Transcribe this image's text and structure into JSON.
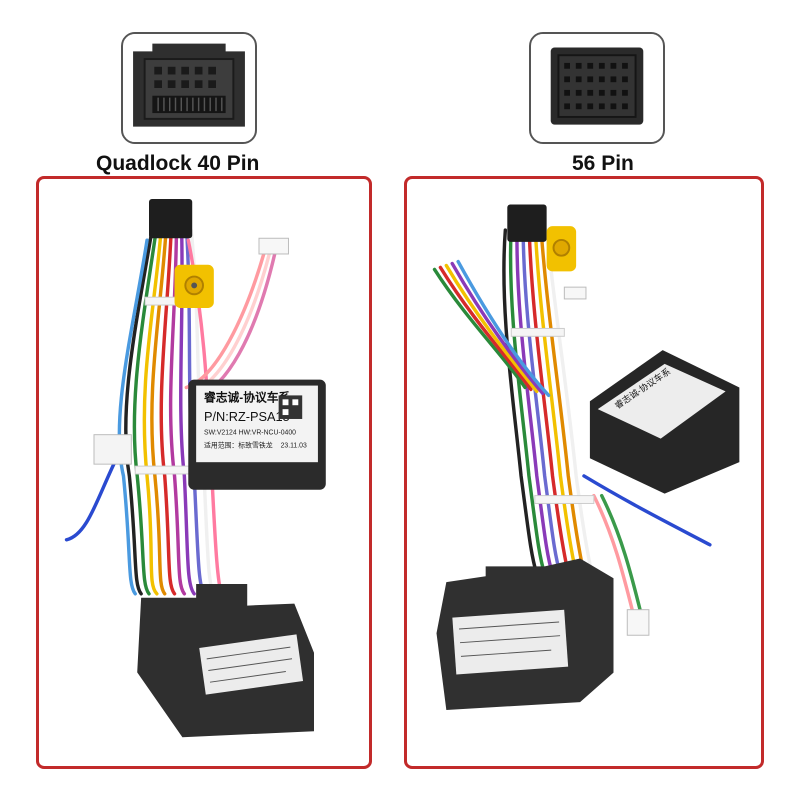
{
  "left": {
    "caption": "Quadlock 40 Pin",
    "module": {
      "brand": "睿志诚-协议车系",
      "pn": "P/N:RZ-PSA15",
      "spec": "SW:V2124  HW:VR-NCU-0400",
      "vehicle": "适用范围：标致雪铁龙",
      "date": "23.11.03"
    }
  },
  "right": {
    "caption": "56 Pin",
    "module": {
      "brand": "睿志诚-协议车系"
    }
  },
  "colors": {
    "frame": "#c22a2a",
    "connector": "#2e2e2e",
    "rca_yellow": "#f2c100"
  }
}
